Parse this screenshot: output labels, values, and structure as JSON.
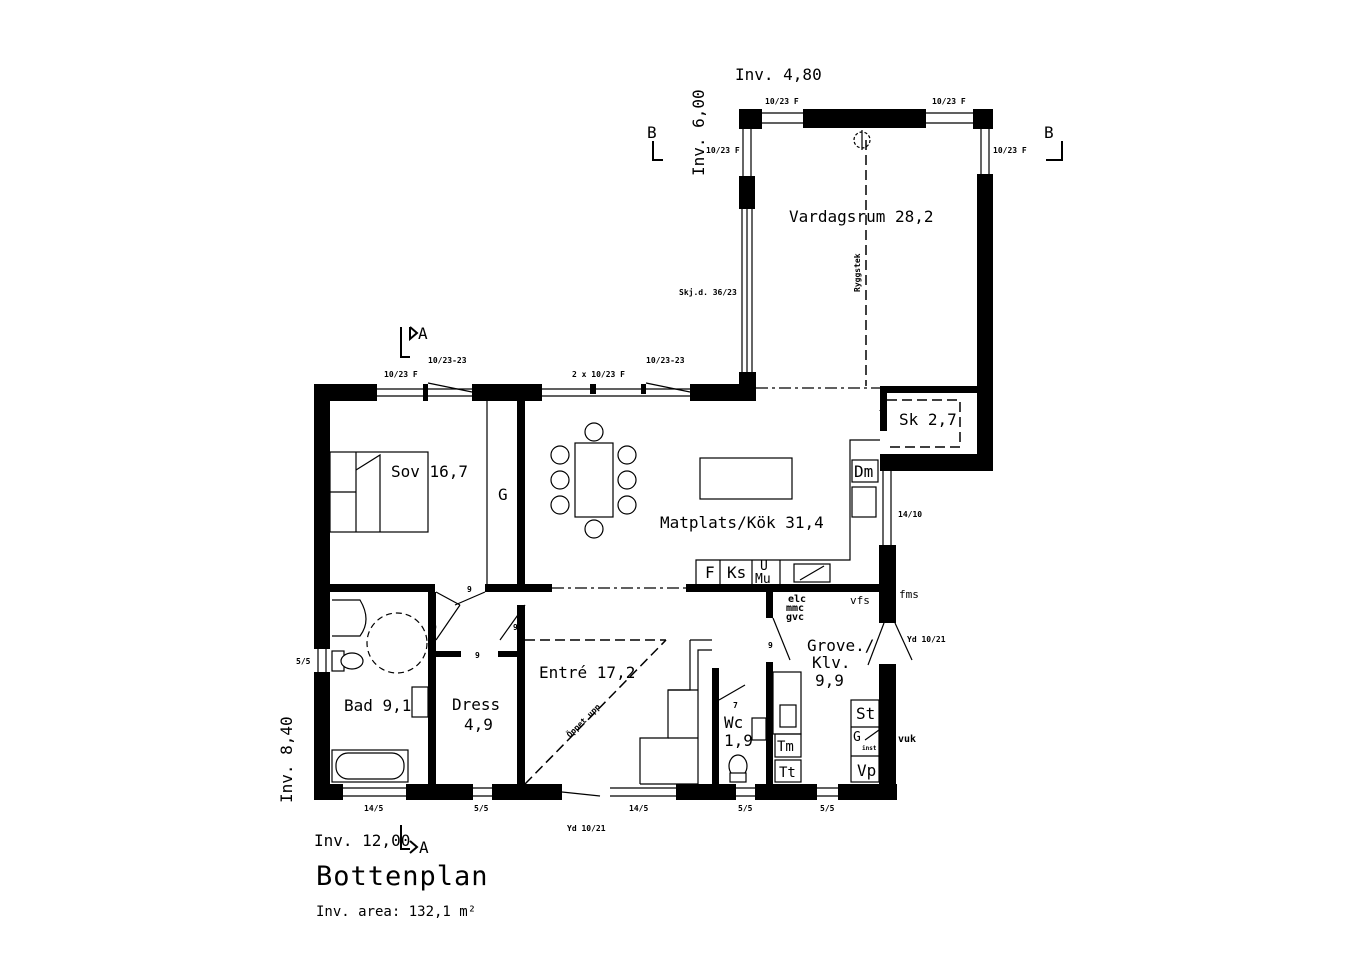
{
  "plan": {
    "title": "Bottenplan",
    "area_label": "Inv. area: 132,1 m²",
    "dimensions": {
      "top": "Inv. 4,80",
      "upper_left": "Inv. 6,00",
      "left": "Inv. 8,40",
      "bottom": "Inv. 12,00"
    },
    "section_marks": {
      "a": "A",
      "b": "B"
    },
    "rooms": {
      "vardagsrum": "Vardagsrum 28,2",
      "sov": "Sov 16,7",
      "g": "G",
      "matplats": "Matplats/Kök 31,4",
      "sk": "Sk 2,7",
      "bad": "Bad 9,1",
      "dress1": "Dress",
      "dress2": "4,9",
      "entre": "Entré 17,2",
      "wc1": "Wc",
      "wc2": "1,9",
      "grove1": "Grove./",
      "grove2": "Klv.",
      "grove3": "9,9"
    },
    "fixtures": {
      "dm": "Dm",
      "f": "F",
      "ks": "Ks",
      "u": "U",
      "mu": "Mu",
      "st": "St",
      "g": "G",
      "vp": "Vp",
      "tm": "Tm",
      "tt": "Tt",
      "inst": "inst"
    },
    "labels": {
      "w_top_left": "10/23 F",
      "w_top_right": "10/23 F",
      "w_upper_left": "10/23 F",
      "w_upper_right": "10/23 F",
      "skjd": "Skj.d. 36/23",
      "ryggstek": "Ryggstek",
      "w_sov": "10/23 F",
      "w_sov2": "10/23-23",
      "w_mid": "2 x 10/23 F",
      "w_mid2": "10/23-23",
      "w_kitchen": "14/10",
      "fms": "fms",
      "vfs": "vfs",
      "elc": "elc",
      "mmc": "mmc",
      "gvc": "gvc",
      "yd_right": "Yd 10/21",
      "vuk": "vuk",
      "w_left": "5/5",
      "w_bot1": "14/5",
      "w_bot2": "5/5",
      "yd_bottom": "Yd 10/21",
      "w_bot3": "14/5",
      "w_bot4": "5/5",
      "w_bot5": "5/5",
      "oppet_upp": "Öppet upp",
      "d9": "9",
      "d7": "7"
    }
  }
}
